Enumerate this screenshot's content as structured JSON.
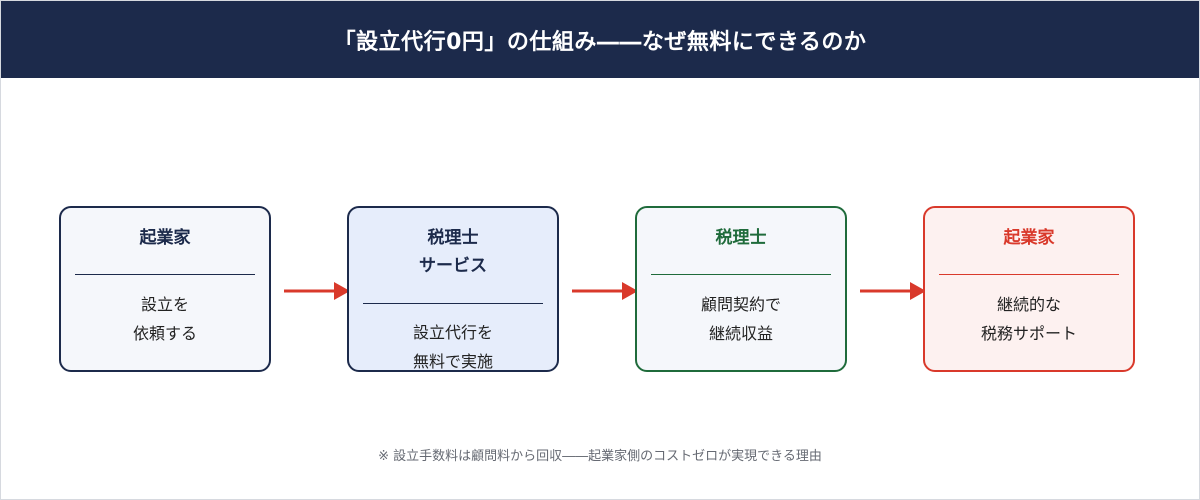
{
  "header": {
    "title": "「設立代行0円」の仕組み――なぜ無料にできるのか"
  },
  "steps": [
    {
      "title": "起業家",
      "desc": "設立を\n依頼する",
      "border": "#1c2a4b",
      "bg": "#f5f7fb",
      "title_color": "#1c2a4b"
    },
    {
      "title": "税理士\nサービス",
      "desc": "設立代行を\n無料で実施",
      "border": "#1c2a4b",
      "bg": "#e6edfb",
      "title_color": "#1c2a4b"
    },
    {
      "title": "税理士",
      "desc": "顧問契約で\n継続収益",
      "border": "#1f6b3b",
      "bg": "#f5f7fb",
      "title_color": "#1f6b3b"
    },
    {
      "title": "起業家",
      "desc": "継続的な\n税務サポート",
      "border": "#d9392b",
      "bg": "#fdf1f0",
      "title_color": "#d9392b"
    }
  ],
  "arrow_color": "#d9392b",
  "footnote": "※ 設立手数料は顧問料から回収――起業家側のコストゼロが実現できる理由"
}
